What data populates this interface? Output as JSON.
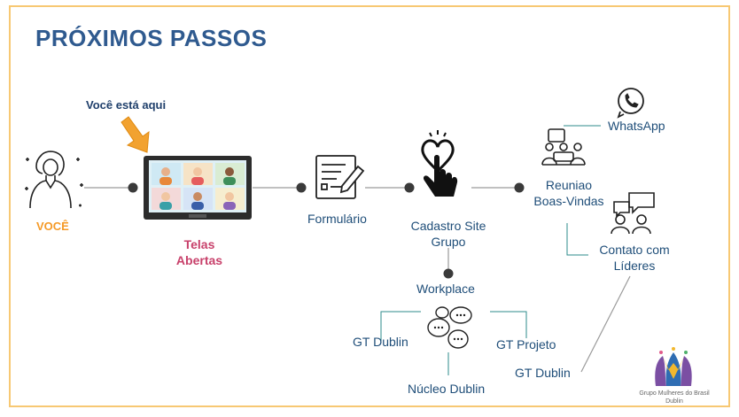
{
  "title": "PRÓXIMOS PASSOS",
  "you_are_here": "Você está aqui",
  "steps": {
    "voce": "VOCÊ",
    "telas_line1": "Telas",
    "telas_line2": "Abertas",
    "formulario": "Formulário",
    "cadastro_line1": "Cadastro Site",
    "cadastro_line2": "Grupo",
    "reuniao_line1": "Reuniao",
    "reuniao_line2": "Boas-Vindas",
    "whatsapp": "WhatsApp",
    "contato_line1": "Contato com",
    "contato_line2": "Líderes",
    "workplace": "Workplace",
    "gt_dublin_left": "GT Dublin",
    "gt_projeto": "GT Projeto",
    "nucleo_dublin": "Núcleo Dublin",
    "gt_dublin_right": "GT Dublin"
  },
  "logo": {
    "line1": "Grupo Mulheres do Brasil",
    "line2": "Dublin"
  },
  "colors": {
    "title": "#2f5a8f",
    "frame": "#f7c873",
    "you_label": "#f59a27",
    "telas_label": "#c8416b",
    "label": "#1f4e79",
    "connector": "#2e8b8b"
  },
  "icons": [
    "person-icon",
    "video-call-screen-icon",
    "form-icon",
    "heart-hand-icon",
    "meeting-icon",
    "whatsapp-icon",
    "chat-people-icon",
    "chat-bubbles-icon",
    "logo-icon",
    "arrow-icon"
  ]
}
